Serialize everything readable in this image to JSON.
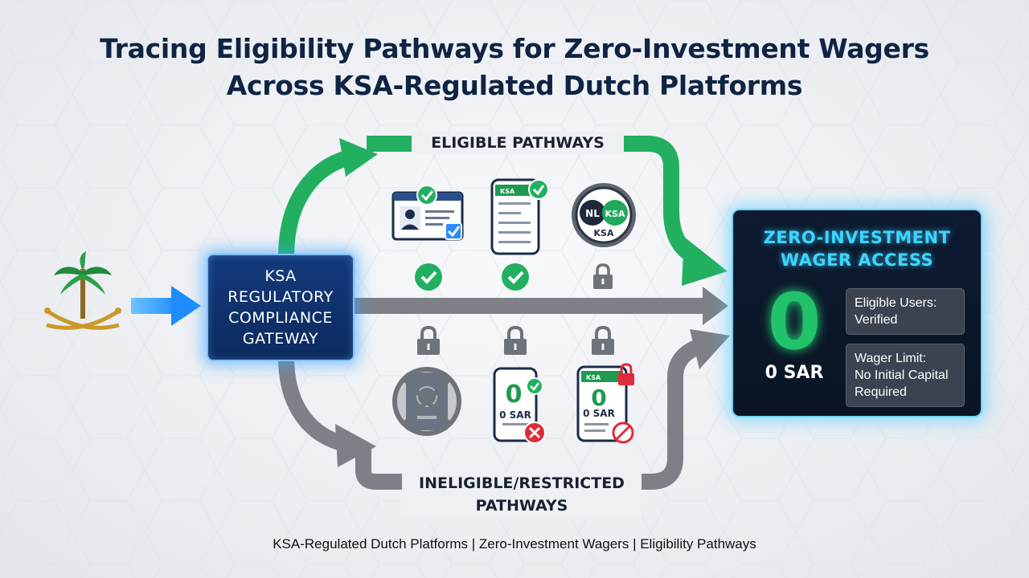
{
  "title": {
    "line1": "Tracing Eligibility Pathways for Zero-Investment Wagers",
    "line2": "Across KSA-Regulated Dutch Platforms"
  },
  "gateway": {
    "line1": "KSA",
    "line2": "REGULATORY",
    "line3": "COMPLIANCE",
    "line4": "GATEWAY"
  },
  "eligible": {
    "label": "ELIGIBLE PATHWAYS",
    "icons": [
      "id-card-check-icon",
      "phone-app-check-icon",
      "nl-ksa-seal-icon"
    ],
    "phone_header": "KSA",
    "seal_left": "NL",
    "seal_right": "KSA",
    "seal_bottom": "KSA"
  },
  "ineligible": {
    "label_line1": "INELIGIBLE/RESTRICTED",
    "label_line2": "PATHWAYS",
    "icons": [
      "passport-crossed-icon",
      "phone-zero-sar-x-icon",
      "phone-zero-sar-lock-icon"
    ],
    "phone_zero": "0",
    "phone_sar": "0 SAR",
    "phone_header": "KSA"
  },
  "access": {
    "title_line1": "ZERO-INVESTMENT",
    "title_line2": "WAGER ACCESS",
    "zero": "0",
    "sar": "0 SAR",
    "users_label": "Eligible Users:",
    "users_value": "Verified",
    "limit_label": "Wager Limit:",
    "limit_value1": "No Initial Capital",
    "limit_value2": "Required"
  },
  "footer": "KSA-Regulated Dutch Platforms | Zero-Investment Wagers | Eligibility Pathways",
  "colors": {
    "navy": "#0f2444",
    "green": "#22b060",
    "grey_arrow": "#7d8187",
    "blue_arrow": "#1e9bff",
    "cyan": "#3fd4ff",
    "red": "#e02b3a"
  }
}
